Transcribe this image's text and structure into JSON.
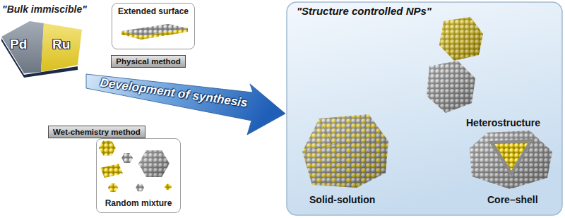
{
  "diagram": {
    "nodes": [
      {
        "text": [
          "\"Bulk immiscible\"",
          "Pd",
          "Ru"
        ]
      },
      {
        "text": [
          "Extended surface"
        ]
      },
      {
        "text": [
          "Physical method"
        ]
      },
      {
        "text": [
          "Development of synthesis"
        ]
      },
      {
        "text": [
          "Wet-chemistry method"
        ]
      },
      {
        "text": [
          "Random mixture"
        ]
      },
      {
        "text": [
          "\"Structure controlled NPs\""
        ]
      }
    ],
    "labels": [
      "Heterostructure",
      "Solid-solution",
      "Core–shell"
    ]
  }
}
